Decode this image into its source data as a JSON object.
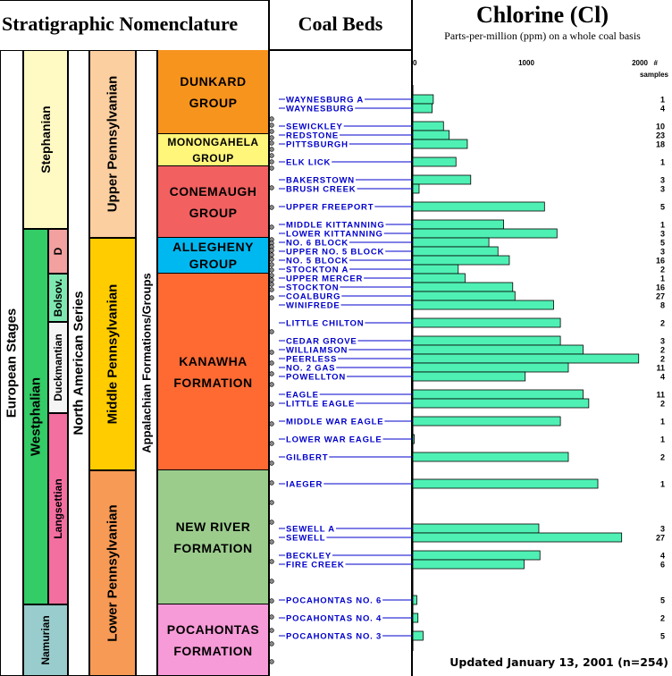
{
  "headers": {
    "nomenclature": "Stratigraphic Nomenclature",
    "coal_beds": "Coal Beds",
    "chart_title": "Chlorine (Cl)",
    "chart_subtitle": "Parts-per-million (ppm) on a whole coal basis"
  },
  "columns": {
    "european_stages": "European Stages",
    "westphalian": "Westphalian",
    "namurian": "Namurian",
    "stephanian": "Stephanian",
    "langsettian": "Langsettian",
    "duckmantian": "Duckmantian",
    "bolsov": "Bolsov.",
    "d": "D",
    "north_american": "North American Series",
    "upper_penn": "Upper Pennsylvanian",
    "middle_penn": "Middle Pennsylvanian",
    "lower_penn": "Lower Pennsylvanian",
    "appalachian": "Appalachian Formations/Groups"
  },
  "groups": {
    "dunkard": "DUNKARD GROUP",
    "monongahela": "MONONGAHELA GROUP",
    "conemaugh": "CONEMAUGH GROUP",
    "allegheny": "ALLEGHENY GROUP",
    "kanawha": "KANAWHA FORMATION",
    "new_river": "NEW RIVER FORMATION",
    "pocahontas": "POCAHONTAS FORMATION"
  },
  "colors": {
    "bar_fill": "#4FF0B4",
    "bed_label": "#0000CC",
    "dunkard": "#F7941D",
    "monongahela": "#FFF67A",
    "conemaugh": "#F26060",
    "allegheny": "#00B8F0",
    "kanawha": "#FF6A33",
    "new_river": "#9CCC8C",
    "pocahontas": "#F79AD8",
    "stephanian": "#FFF9C4",
    "westphalian": "#33CC66",
    "d_stage": "#F2A0A0",
    "bolsov": "#7FE8B0",
    "duckmantian": "#F5F5F5",
    "langsettian": "#F26FA0",
    "namurian": "#99CCCC",
    "upper_penn": "#FCCFA0",
    "middle_penn": "#FFCC00",
    "lower_penn": "#F79A55"
  },
  "footer": "Updated January 13, 2001 (n=254)",
  "chart_data": {
    "type": "bar",
    "orientation": "horizontal",
    "title": "Chlorine (Cl)",
    "subtitle": "Parts-per-million (ppm) on a whole coal basis",
    "xlim": [
      0,
      2000
    ],
    "x_ticks": [
      "0",
      "1000",
      "2000"
    ],
    "samples_label": "# samples",
    "categories": [
      "WAYNESBURG A",
      "WAYNESBURG",
      "SEWICKLEY",
      "REDSTONE",
      "PITTSBURGH",
      "ELK LICK",
      "BAKERSTOWN",
      "BRUSH CREEK",
      "UPPER FREEPORT",
      "MIDDLE KITTANNING",
      "LOWER KITTANNING",
      "NO. 6 BLOCK",
      "UPPER NO. 5 BLOCK",
      "NO. 5 BLOCK",
      "STOCKTON A",
      "UPPER MERCER",
      "STOCKTON",
      "COALBURG",
      "WINIFREDE",
      "LITTLE CHILTON",
      "CEDAR GROVE",
      "WILLIAMSON",
      "PEERLESS",
      "NO. 2 GAS",
      "POWELLTON",
      "EAGLE",
      "LITTLE EAGLE",
      "MIDDLE WAR EAGLE",
      "LOWER WAR EAGLE",
      "GILBERT",
      "IAEGER",
      "SEWELL A",
      "SEWELL",
      "BECKLEY",
      "FIRE CREEK",
      "POCAHONTAS NO. 6",
      "POCAHONTAS NO. 4",
      "POCAHONTAS NO. 3"
    ],
    "values": [
      180,
      170,
      270,
      320,
      480,
      380,
      510,
      55,
      1160,
      800,
      1270,
      670,
      750,
      850,
      400,
      460,
      880,
      900,
      1240,
      1300,
      1300,
      1500,
      1990,
      1370,
      990,
      1500,
      1550,
      1300,
      10,
      1370,
      1630,
      1110,
      1840,
      1120,
      980,
      35,
      45,
      90
    ],
    "samples": [
      "1",
      "4",
      "10",
      "23",
      "18",
      "1",
      "3",
      "3",
      "5",
      "1",
      "3",
      "5",
      "3",
      "16",
      "2",
      "1",
      "16",
      "27",
      "8",
      "2",
      "3",
      "2",
      "2",
      "11",
      "4",
      "11",
      "2",
      "1",
      "1",
      "2",
      "1",
      "3",
      "27",
      "4",
      "6",
      "5",
      "2",
      "5"
    ]
  }
}
